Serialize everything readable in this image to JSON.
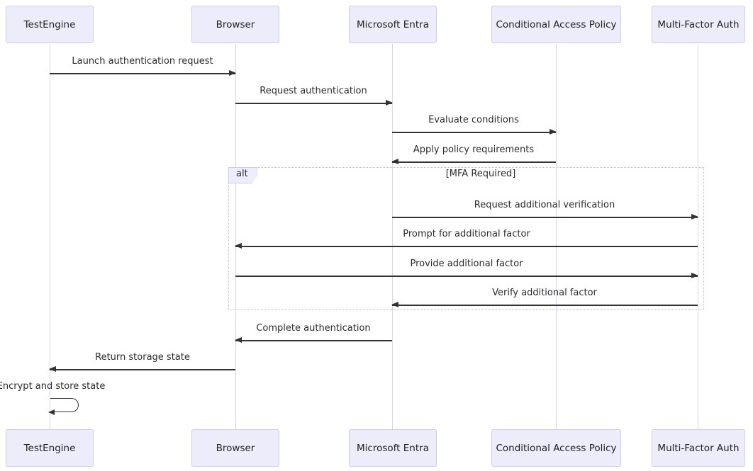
{
  "diagram": {
    "type": "sequence-diagram",
    "participants": [
      {
        "name": "TestEngine"
      },
      {
        "name": "Browser"
      },
      {
        "name": "Microsoft Entra"
      },
      {
        "name": "Conditional Access Policy"
      },
      {
        "name": "Multi-Factor Auth"
      }
    ],
    "messages": [
      {
        "label": "Launch authentication request",
        "from": "TestEngine",
        "to": "Browser",
        "line": "solid",
        "direction": "right"
      },
      {
        "label": "Request authentication",
        "from": "Browser",
        "to": "Microsoft Entra",
        "line": "solid",
        "direction": "right"
      },
      {
        "label": "Evaluate conditions",
        "from": "Microsoft Entra",
        "to": "Conditional Access Policy",
        "line": "solid",
        "direction": "right"
      },
      {
        "label": "Apply policy requirements",
        "from": "Conditional Access Policy",
        "to": "Microsoft Entra",
        "line": "solid",
        "direction": "left"
      },
      {
        "label": "Request additional verification",
        "from": "Microsoft Entra",
        "to": "Multi-Factor Auth",
        "line": "solid",
        "direction": "right"
      },
      {
        "label": "Prompt for additional factor",
        "from": "Multi-Factor Auth",
        "to": "Browser",
        "line": "solid",
        "direction": "left"
      },
      {
        "label": "Provide additional factor",
        "from": "Browser",
        "to": "Multi-Factor Auth",
        "line": "solid",
        "direction": "right"
      },
      {
        "label": "Verify additional factor",
        "from": "Multi-Factor Auth",
        "to": "Microsoft Entra",
        "line": "solid",
        "direction": "left"
      },
      {
        "label": "Complete authentication",
        "from": "Microsoft Entra",
        "to": "Browser",
        "line": "solid",
        "direction": "left"
      },
      {
        "label": "Return storage state",
        "from": "Browser",
        "to": "TestEngine",
        "line": "solid",
        "direction": "left"
      },
      {
        "label": "Encrypt and store state",
        "from": "TestEngine",
        "to": "TestEngine",
        "line": "solid",
        "direction": "self"
      }
    ],
    "alt_frame": {
      "operator": "alt",
      "condition": "[MFA Required]",
      "contains": [
        "Request additional verification",
        "Prompt for additional factor",
        "Provide additional factor",
        "Verify additional factor"
      ]
    },
    "colors": {
      "actor_fill": "#ECECFB",
      "actor_border": "#CFCCE8",
      "lifeline": "#D8D5EC",
      "arrow": "#333333",
      "text": "#2B2B2B",
      "frame_border": "#BCB6E0",
      "frame_label_fill": "#EDEDFD",
      "background": "#FFFFFF"
    }
  }
}
